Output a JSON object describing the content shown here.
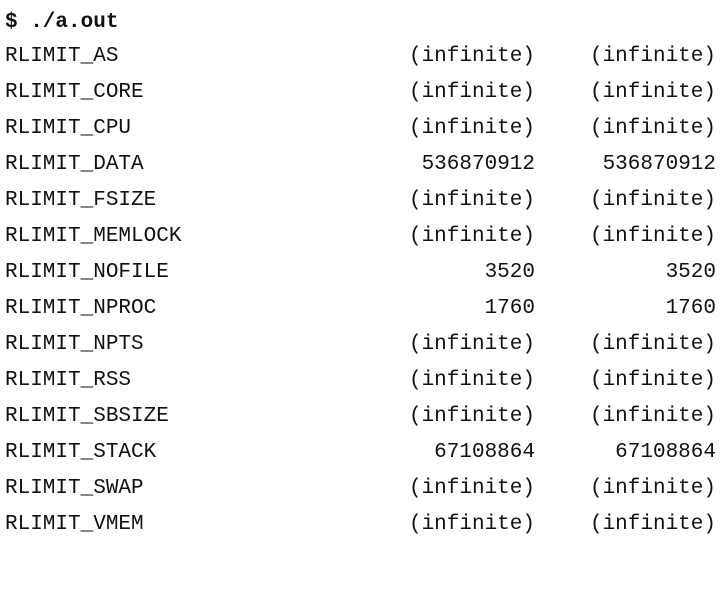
{
  "command": "$ ./a.out",
  "rows": [
    {
      "name": "RLIMIT_AS",
      "soft": "(infinite)",
      "hard": "(infinite)"
    },
    {
      "name": "RLIMIT_CORE",
      "soft": "(infinite)",
      "hard": "(infinite)"
    },
    {
      "name": "RLIMIT_CPU",
      "soft": "(infinite)",
      "hard": "(infinite)"
    },
    {
      "name": "RLIMIT_DATA",
      "soft": "536870912",
      "hard": "536870912"
    },
    {
      "name": "RLIMIT_FSIZE",
      "soft": "(infinite)",
      "hard": "(infinite)"
    },
    {
      "name": "RLIMIT_MEMLOCK",
      "soft": "(infinite)",
      "hard": "(infinite)"
    },
    {
      "name": "RLIMIT_NOFILE",
      "soft": "3520",
      "hard": "3520"
    },
    {
      "name": "RLIMIT_NPROC",
      "soft": "1760",
      "hard": "1760"
    },
    {
      "name": "RLIMIT_NPTS",
      "soft": "(infinite)",
      "hard": "(infinite)"
    },
    {
      "name": "RLIMIT_RSS",
      "soft": "(infinite)",
      "hard": "(infinite)"
    },
    {
      "name": "RLIMIT_SBSIZE",
      "soft": "(infinite)",
      "hard": "(infinite)"
    },
    {
      "name": "RLIMIT_STACK",
      "soft": "67108864",
      "hard": "67108864"
    },
    {
      "name": "RLIMIT_SWAP",
      "soft": "(infinite)",
      "hard": "(infinite)"
    },
    {
      "name": "RLIMIT_VMEM",
      "soft": "(infinite)",
      "hard": "(infinite)"
    }
  ]
}
